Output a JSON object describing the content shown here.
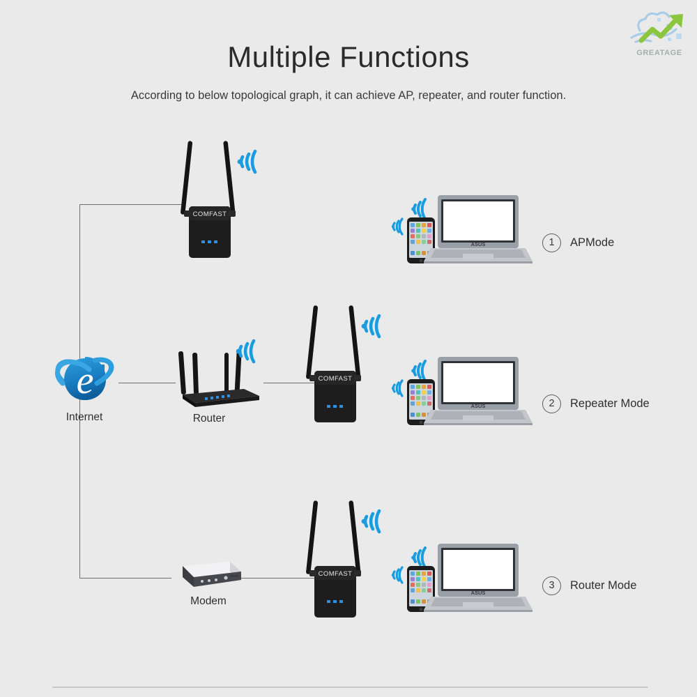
{
  "brand": {
    "logo_text": "GREATAGE",
    "logo_icon": "growth-chart-cloud-logo"
  },
  "header": {
    "title": "Multiple Functions",
    "subtitle": "According to below topological graph, it can achieve AP, repeater, and router function."
  },
  "nodes": {
    "internet": {
      "label": "Internet",
      "icon": "internet-explorer-icon"
    },
    "router": {
      "label": "Router",
      "icon": "wireless-router-icon"
    },
    "modem": {
      "label": "Modem",
      "icon": "cable-modem-icon"
    },
    "repeater": {
      "brand": "COMFAST",
      "icon": "wifi-range-extender-icon"
    },
    "laptop": {
      "icon": "laptop-icon",
      "brand": "ASUS"
    },
    "phone": {
      "icon": "smartphone-icon"
    },
    "wifi": {
      "icon": "wifi-signal-icon"
    }
  },
  "modes": [
    {
      "number": "1",
      "label": "APMode"
    },
    {
      "number": "2",
      "label": "Repeater Mode"
    },
    {
      "number": "3",
      "label": "Router Mode"
    }
  ],
  "colors": {
    "background": "#eaeaea",
    "wifi_blue": "#1a9de0",
    "ie_blue": "#1b7fc4",
    "wire": "#6f6f6f",
    "title": "#2b2b2b",
    "logo_green": "#8cc63f",
    "logo_blue": "#9fc6e8"
  }
}
